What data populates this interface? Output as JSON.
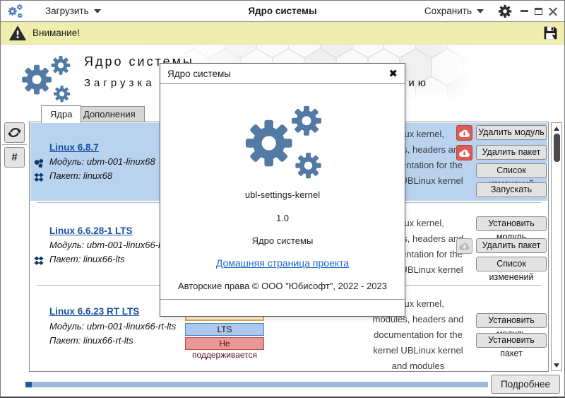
{
  "toolbar": {
    "load_label": "Загрузить",
    "title": "Ядро системы",
    "save_label": "Сохранить"
  },
  "warning_bar": {
    "label": "Внимание!"
  },
  "header": {
    "title": "Ядро системы",
    "subtitle": "Загрузка и установка ядер по требованию"
  },
  "tabs": {
    "kernels": "Ядра",
    "addons": "Дополнения"
  },
  "side_panel": {
    "hash_label": "#"
  },
  "kernel_rows": [
    {
      "title": "Linux 6.8.7",
      "module": "Модуль: ubm-001-linux68",
      "package": "Пакет: linux68",
      "description_lines": [
        "Linux kernel,",
        "modules, headers and",
        "documentation for the",
        "kernel UBLinux kernel"
      ],
      "buttons": [
        {
          "label": "Удалить модуль"
        },
        {
          "label": "Удалить пакет"
        },
        {
          "label": "Список изменений"
        },
        {
          "label": "Запускать"
        }
      ]
    },
    {
      "title": "Linux 6.6.28-1 LTS",
      "module": "Модуль: ubm-001-linux66-lts",
      "package": "Пакет: linux66-lts",
      "description_lines": [
        "Linux kernel,",
        "modules, headers and",
        "documentation for the",
        "kernel UBLinux kernel"
      ],
      "buttons": [
        {
          "label": "Установить модуль"
        },
        {
          "label": "Удалить пакет"
        },
        {
          "label": "Список изменений"
        }
      ]
    },
    {
      "title": "Linux 6.6.23 RT LTS",
      "module": "Модуль: ubm-001-linux66-rt-lts",
      "package": "Пакет: linux66-rt-lts",
      "badges": {
        "lts": "LTS",
        "unsupported": "Не поддерживается"
      },
      "description_lines": [
        "Linux kernel,",
        "modules, headers and",
        "documentation for the",
        "kernel UBLinux kernel",
        "and modules"
      ],
      "buttons": [
        {
          "label": "Установить модуль"
        },
        {
          "label": "Установить пакет"
        }
      ]
    }
  ],
  "dialog": {
    "title": "Ядро системы",
    "close_glyph": "✖",
    "app_name": "ubl-settings-kernel",
    "version": "1.0",
    "app_title": "Ядро системы",
    "homepage_label": "Домашняя страница проекта",
    "copyright": "Авторские права © ООО \"Юбисофт\", 2022 - 2023"
  },
  "footer": {
    "details_label": "Подробнее",
    "progress_percent": 1
  },
  "icons": {
    "app": "gears-cluster",
    "warning": "warning-triangle",
    "save": "floppy-disk",
    "settings": "gear",
    "refresh": "refresh-arrows",
    "module": "module-cluster",
    "package": "package-diamonds",
    "download": "cloud-download",
    "close": "✖"
  },
  "colors": {
    "accent": "#527aa5",
    "selection_bg": "#b9d3ef",
    "warning_bg": "#f0eeae",
    "danger": "#dc5b55",
    "link": "#1552a0",
    "lts_bg": "#abc9ef",
    "unsupported_bg": "#e79a95",
    "pending_border": "#e8a33d",
    "progress_track": "#9db9da",
    "progress_fill": "#1d5b9e"
  }
}
